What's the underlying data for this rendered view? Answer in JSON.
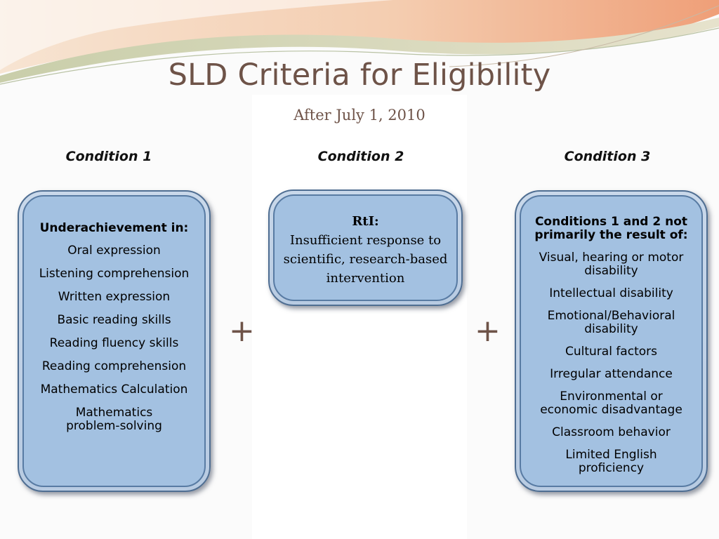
{
  "slide": {
    "title": "SLD Criteria for Eligibility",
    "subtitle": "After July 1, 2010"
  },
  "conditions": [
    {
      "heading": "Condition 1",
      "box_title": "Underachievement in:",
      "items": [
        "Oral expression",
        "Listening comprehension",
        "Written expression",
        "Basic reading skills",
        "Reading fluency skills",
        "Reading comprehension",
        "Mathematics Calculation",
        "Mathematics problem-solving"
      ]
    },
    {
      "heading": "Condition 2",
      "box_title": "RtI:",
      "box_body": "Insufficient response to scientific, research-based intervention"
    },
    {
      "heading": "Condition 3",
      "box_title": "Conditions 1 and 2 not primarily the result of:",
      "items": [
        "Visual, hearing or motor disability",
        "Intellectual disability",
        "Emotional/Behavioral disability",
        "Cultural factors",
        "Irregular attendance",
        "Environmental or economic disadvantage",
        "Classroom behavior",
        "Limited English proficiency"
      ]
    }
  ],
  "operators": [
    "+",
    "+"
  ],
  "colors": {
    "title": "#6e5348",
    "box_fill": "#a3c1e1",
    "box_border": "#4f6e92",
    "wave_peach": "#f2c29f",
    "wave_sage": "#bfc8a4"
  }
}
